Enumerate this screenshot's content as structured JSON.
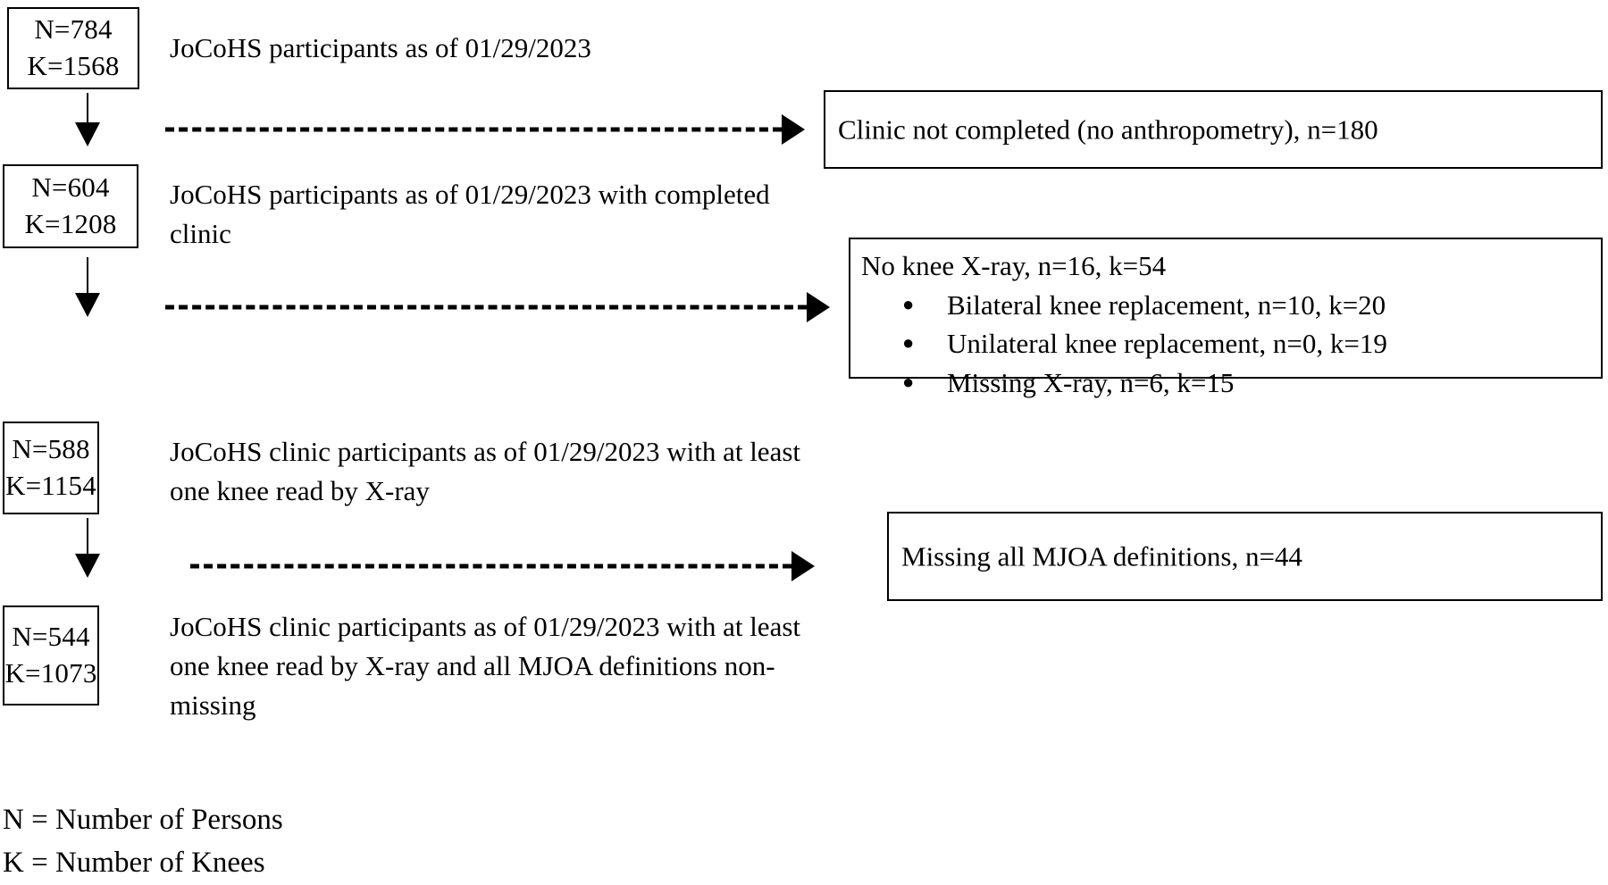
{
  "diagram": {
    "title": "JoCoHS participant flow diagram",
    "nodes": [
      {
        "id": "node-1",
        "n_label": "N=784",
        "k_label": "K=1568",
        "description": "JoCoHS participants as of 01/29/2023"
      },
      {
        "id": "node-2",
        "n_label": "N=604",
        "k_label": "K=1208",
        "description": "JoCoHS participants as of 01/29/2023 with completed\nclinic"
      },
      {
        "id": "node-3",
        "n_label": "N=588",
        "k_label": "K=1154",
        "description": "JoCoHS clinic participants as of 01/29/2023 with at least\none knee read by X-ray"
      },
      {
        "id": "node-4",
        "n_label": "N=544",
        "k_label": "K=1073",
        "description": "JoCoHS clinic participants as of 01/29/2023 with at least\none knee read by X-ray and all MJOA definitions non-\nmissing"
      }
    ],
    "exclusions": [
      {
        "id": "exclusion-1",
        "heading": "Clinic not completed (no anthropometry), n=180",
        "items": []
      },
      {
        "id": "exclusion-2",
        "heading": "No knee X-ray, n=16, k=54",
        "items": [
          "Bilateral knee replacement, n=10, k=20",
          "Unilateral knee replacement, n=0, k=19",
          "Missing X-ray, n=6, k=15"
        ]
      },
      {
        "id": "exclusion-3",
        "heading": "Missing all MJOA definitions, n=44",
        "items": []
      }
    ],
    "legend": "N = Number of Persons\nK = Number of Knees",
    "bullet_glyph": "●",
    "colors": {
      "stroke": "#000000",
      "background": "#ffffff",
      "text": "#000000"
    }
  }
}
